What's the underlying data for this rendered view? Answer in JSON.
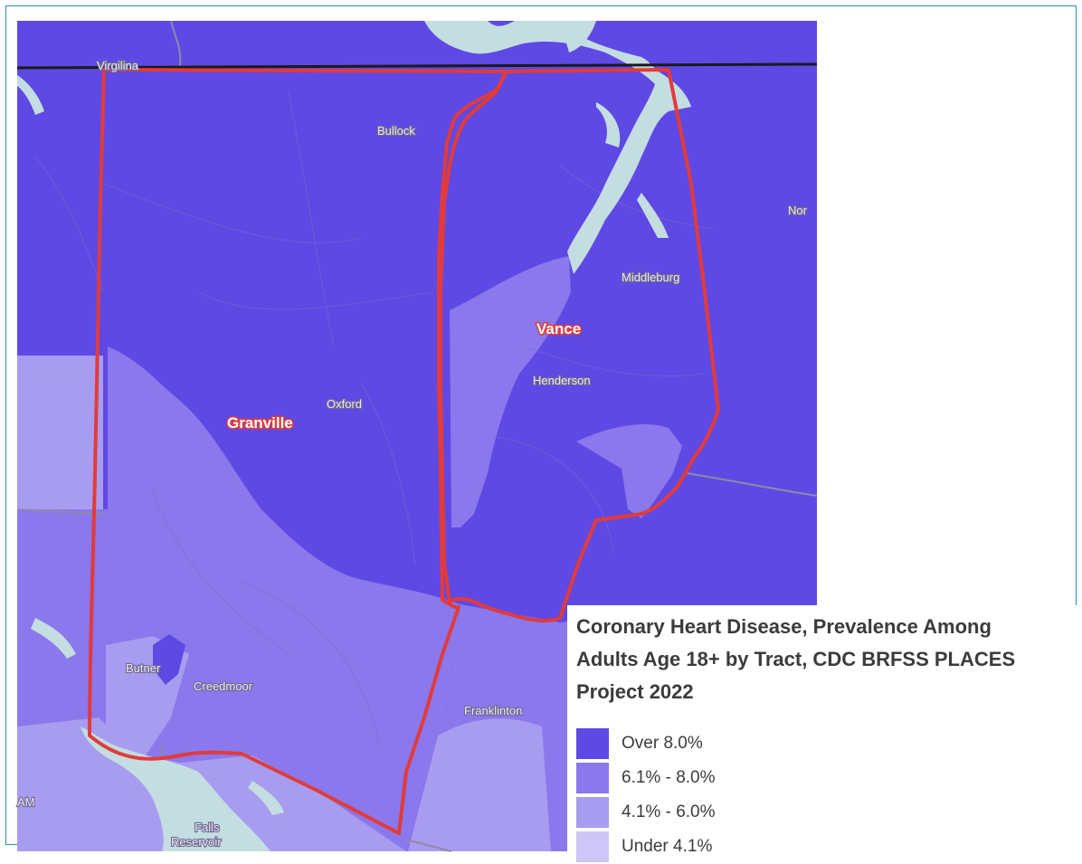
{
  "map": {
    "places": [
      {
        "id": "virgilina",
        "label": "Virgilina"
      },
      {
        "id": "bullock",
        "label": "Bullock"
      },
      {
        "id": "middleburg",
        "label": "Middleburg"
      },
      {
        "id": "henderson",
        "label": "Henderson"
      },
      {
        "id": "oxford",
        "label": "Oxford"
      },
      {
        "id": "butner",
        "label": "Butner"
      },
      {
        "id": "creedmoor",
        "label": "Creedmoor"
      },
      {
        "id": "franklinton",
        "label": "Franklinton"
      },
      {
        "id": "norlina_partial",
        "label": "Nor"
      },
      {
        "id": "am_partial",
        "label": "AM"
      },
      {
        "id": "falls",
        "label": "Falls"
      },
      {
        "id": "reservoir",
        "label": "Reservoir"
      }
    ],
    "counties": [
      {
        "id": "granville",
        "label": "Granville"
      },
      {
        "id": "vance",
        "label": "Vance"
      }
    ],
    "colors": {
      "boundary": "#e23b3b",
      "water": "#c3dde0",
      "state_line": "#1a1a1a"
    }
  },
  "legend": {
    "title_lines": [
      "Coronary Heart Disease, Prevalence Among",
      "Adults Age 18+ by Tract, CDC BRFSS PLACES",
      "Project 2022"
    ],
    "items": [
      {
        "label": "Over 8.0%",
        "color": "#5f49e4"
      },
      {
        "label": "6.1% - 8.0%",
        "color": "#8a78ec"
      },
      {
        "label": "4.1% - 6.0%",
        "color": "#a79cef"
      },
      {
        "label": "Under 4.1%",
        "color": "#cdc6f6"
      }
    ]
  }
}
